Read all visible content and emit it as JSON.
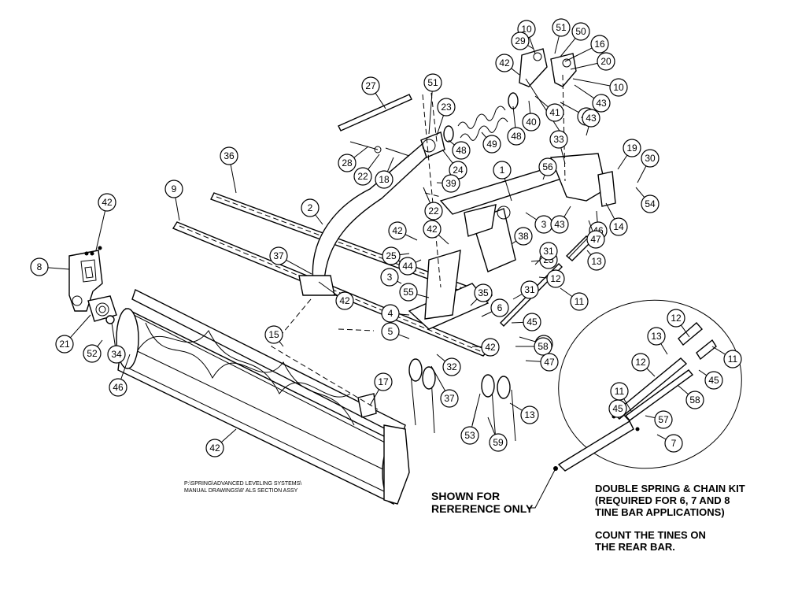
{
  "drawing_path": [
    "P:\\SPRING\\ADVANCED LEVELING SYSTEMS\\",
    "MANUAL DRAWINGS\\8' ALS SECTION ASSY"
  ],
  "reference_note": [
    "SHOWN FOR",
    "RERERENCE ONLY"
  ],
  "kit_note": [
    "DOUBLE SPRING  & CHAIN KIT",
    "(REQUIRED FOR 6, 7 AND 8",
    "TINE BAR APPLICATIONS)"
  ],
  "count_note": [
    "COUNT THE TINES ON",
    "THE REAR BAR."
  ],
  "callouts": [
    "10",
    "51",
    "50",
    "29",
    "16",
    "42",
    "20",
    "10",
    "43",
    "42",
    "41",
    "40",
    "27",
    "51",
    "23",
    "43",
    "49",
    "48",
    "48",
    "28",
    "24",
    "22",
    "18",
    "33",
    "19",
    "30",
    "1",
    "56",
    "39",
    "36",
    "22",
    "2",
    "54",
    "9",
    "3",
    "43",
    "14",
    "46",
    "47",
    "42",
    "42",
    "38",
    "25",
    "44",
    "13",
    "25",
    "42",
    "37",
    "31",
    "8",
    "3",
    "12",
    "55",
    "31",
    "11",
    "42",
    "35",
    "4",
    "6",
    "45",
    "5",
    "33",
    "58",
    "15",
    "42",
    "21",
    "52",
    "34",
    "46",
    "32",
    "47",
    "37",
    "17",
    "13",
    "12",
    "13",
    "11",
    "12",
    "45",
    "11",
    "58",
    "45",
    "57",
    "7",
    "42",
    "53",
    "59"
  ]
}
